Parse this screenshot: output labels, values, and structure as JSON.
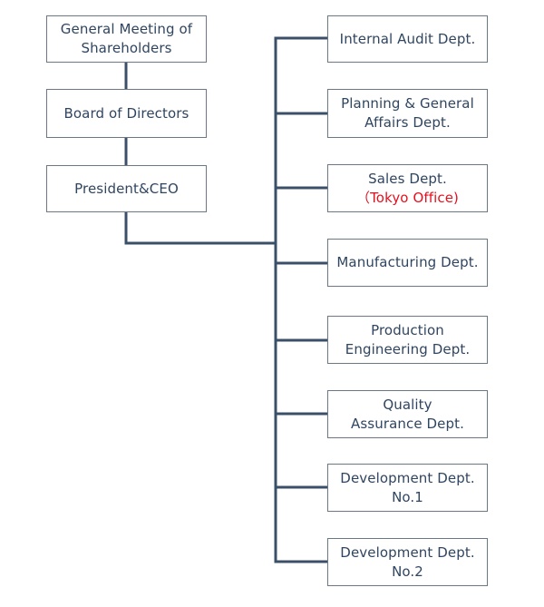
{
  "colors": {
    "line": "#3c4f68",
    "text": "#2f4560",
    "border": "#6b7785",
    "accent": "#e5101e"
  },
  "leadership": [
    {
      "lines": [
        "General Meeting of",
        "Shareholders"
      ]
    },
    {
      "lines": [
        "Board of Directors"
      ]
    },
    {
      "lines": [
        "President&CEO"
      ]
    }
  ],
  "departments": [
    {
      "lines": [
        "Internal Audit Dept."
      ]
    },
    {
      "lines": [
        "Planning & General",
        "Affairs  Dept."
      ]
    },
    {
      "lines": [
        "Sales  Dept."
      ],
      "note": "（Tokyo Office)"
    },
    {
      "lines": [
        "Manufacturing  Dept."
      ]
    },
    {
      "lines": [
        "Production",
        "Engineering  Dept."
      ]
    },
    {
      "lines": [
        "Quality",
        "Assurance  Dept."
      ]
    },
    {
      "lines": [
        "Development Dept.",
        "No.1"
      ]
    },
    {
      "lines": [
        "Development Dept.",
        "No.2"
      ]
    }
  ]
}
